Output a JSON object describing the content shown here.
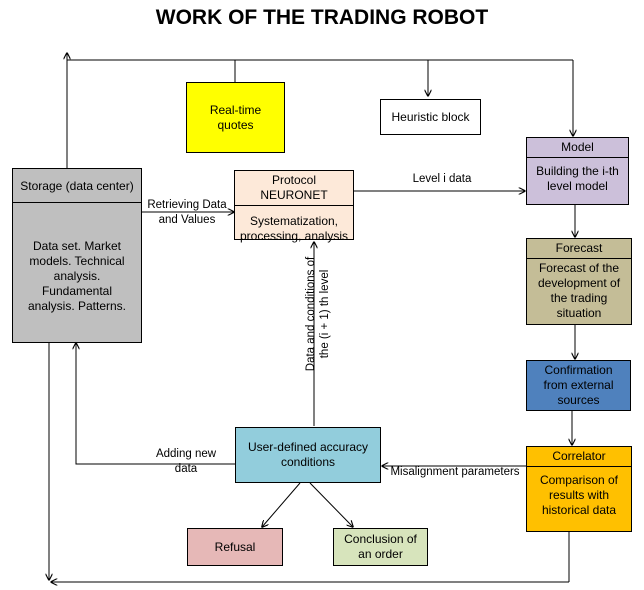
{
  "title": "WORK OF THE TRADING ROBOT",
  "colors": {
    "storage": "#bfbfbf",
    "quotes": "#ffff00",
    "protocol": "#fde9d9",
    "model": "#ccc0da",
    "forecast": "#c4bd97",
    "confirmation": "#4f81bd",
    "correlator": "#ffc000",
    "accuracy": "#92cddc",
    "refusal": "#e6b8b7",
    "order": "#d7e4bc"
  },
  "boxes": {
    "storage": {
      "header": "Storage (data center)",
      "body": "Data set. Market models. Technical analysis. Fundamental analysis. Patterns."
    },
    "realtime_quotes": "Real-time quotes",
    "heuristic_block": "Heuristic block",
    "protocol": {
      "header": "Protocol NEURONET",
      "body": "Systematization, processing, analysis"
    },
    "model": {
      "header": "Model",
      "body": "Building the i-th level model"
    },
    "forecast": {
      "header": "Forecast",
      "body": "Forecast of the development of the trading situation"
    },
    "confirmation": "Confirmation from external sources",
    "correlator": {
      "header": "Correlator",
      "body": "Comparison of results with historical data"
    },
    "accuracy": "User-defined accuracy conditions",
    "refusal": "Refusal",
    "order": "Conclusion of an order"
  },
  "labels": {
    "retrieving": "Retrieving Data and Values",
    "level_i": "Level i data",
    "data_conditions": "Data and conditions of the (i + 1) th level",
    "adding_new": "Adding new data",
    "misalignment": "Misalignment parameters"
  }
}
